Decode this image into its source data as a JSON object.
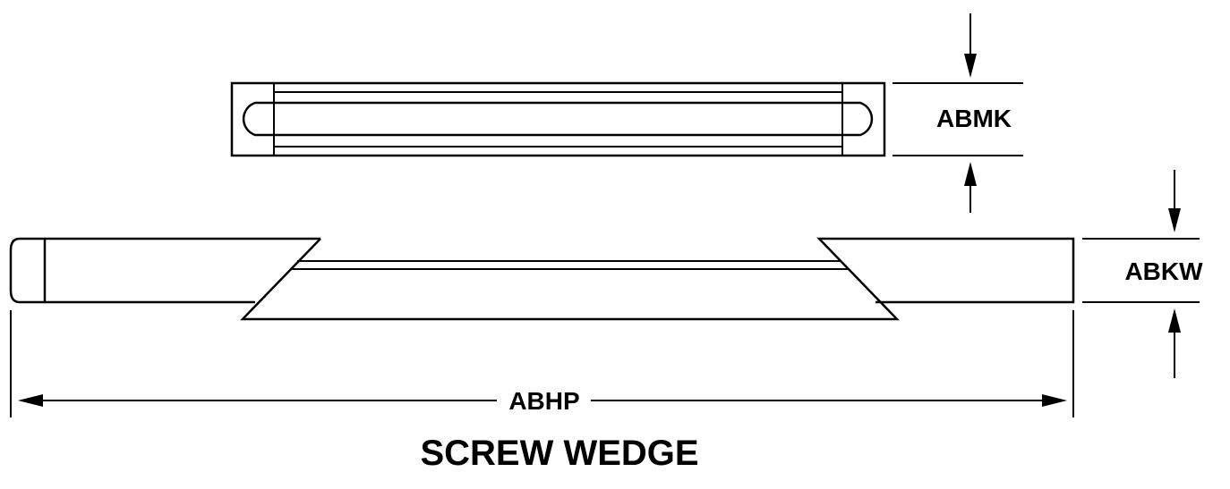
{
  "figure": {
    "title": "SCREW WEDGE",
    "dimensions": {
      "height_top_view": "ABMK",
      "height_side_view": "ABKW",
      "overall_length": "ABHP"
    }
  },
  "colors": {
    "line": "#000000",
    "background": "#ffffff"
  }
}
